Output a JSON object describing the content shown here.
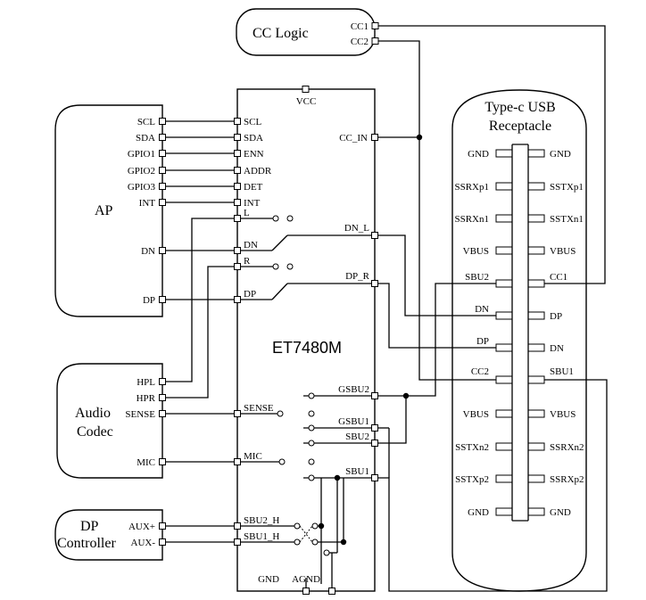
{
  "blocks": {
    "cc_logic": "CC Logic",
    "ap": "AP",
    "audio_codec_1": "Audio",
    "audio_codec_2": "Codec",
    "dp_controller_1": "DP",
    "dp_controller_2": "Controller",
    "usb_title_1": "Type-c USB",
    "usb_title_2": "Receptacle",
    "chip_name": "ET7480M"
  },
  "cc_logic_pins": [
    "CC1",
    "CC2"
  ],
  "ap_pins": [
    "SCL",
    "SDA",
    "GPIO1",
    "GPIO2",
    "GPIO3",
    "INT",
    "DN",
    "DP"
  ],
  "codec_pins": [
    "HPL",
    "HPR",
    "SENSE",
    "MIC"
  ],
  "dp_ctrl_pins": [
    "AUX+",
    "AUX-"
  ],
  "chip_left_pins": [
    "SCL",
    "SDA",
    "ENN",
    "ADDR",
    "DET",
    "INT",
    "L",
    "DN",
    "R",
    "DP",
    "SENSE",
    "MIC",
    "SBU2_H",
    "SBU1_H"
  ],
  "chip_right_pins": [
    "CC_IN",
    "DN_L",
    "DP_R",
    "GSBU2",
    "GSBU1",
    "SBU2",
    "SBU1"
  ],
  "chip_top_pin": "VCC",
  "chip_bottom_pins": [
    "GND",
    "AGND"
  ],
  "usb_left_pins": [
    "GND",
    "SSRXp1",
    "SSRXn1",
    "VBUS",
    "SBU2",
    "DN",
    "DP",
    "CC2",
    "VBUS",
    "SSTXn2",
    "SSTXp2",
    "GND"
  ],
  "usb_right_pins": [
    "GND",
    "SSTXp1",
    "SSTXn1",
    "VBUS",
    "CC1",
    "DP",
    "DN",
    "SBU1",
    "VBUS",
    "SSRXn2",
    "SSRXp2",
    "GND"
  ]
}
